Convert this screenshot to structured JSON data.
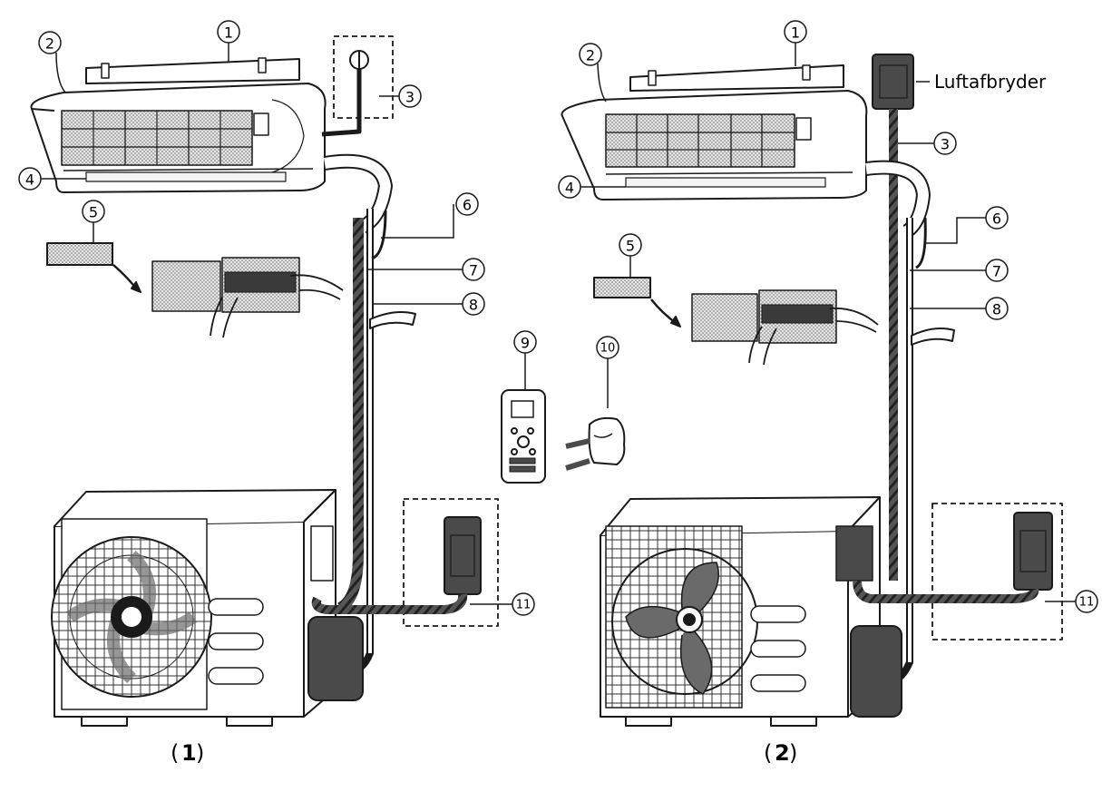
{
  "callouts": [
    "1",
    "2",
    "3",
    "4",
    "5",
    "6",
    "7",
    "8",
    "9",
    "10",
    "11"
  ],
  "side_label": "Luftafbryder",
  "captions": [
    {
      "open": "(",
      "num": "1",
      "close": ")"
    },
    {
      "open": "(",
      "num": "2",
      "close": ")"
    }
  ],
  "colors": {
    "line": "#1a1a1a",
    "dark_fill": "#4a4a4a",
    "mesh": "#bdbdbd",
    "light_fill": "#f4f4f4"
  }
}
